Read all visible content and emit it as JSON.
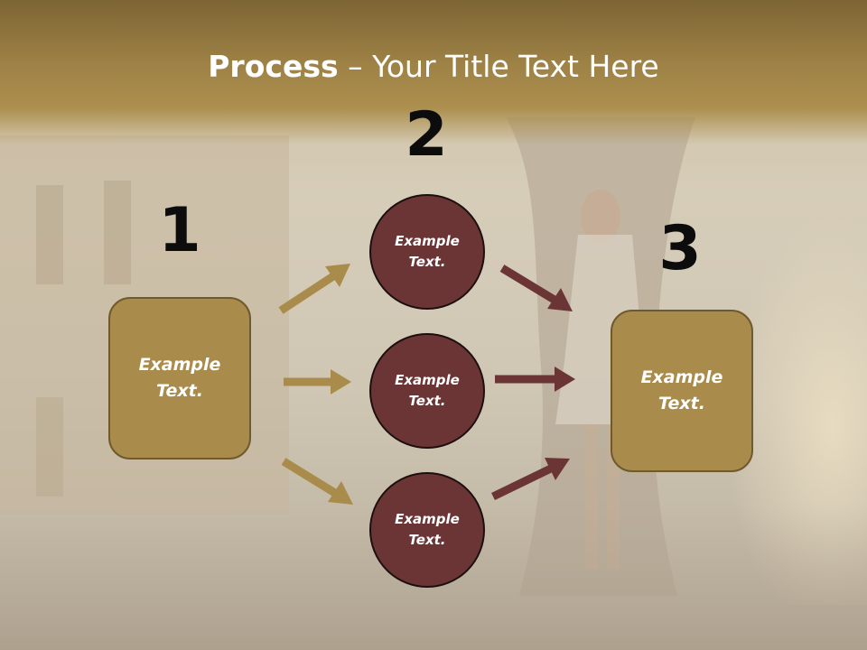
{
  "title": {
    "strong": "Process",
    "rest": " – Your Title Text Here"
  },
  "numbers": [
    "1",
    "2",
    "3"
  ],
  "left_box": {
    "text": "Example Text."
  },
  "circles": [
    {
      "text": "Example Text."
    },
    {
      "text": "Example Text."
    },
    {
      "text": "Example Text."
    }
  ],
  "right_box": {
    "text": "Example Text."
  },
  "colors": {
    "title_band": "#a3874a",
    "box_fill": "#a98b4c",
    "box_border": "#6f5a2d",
    "circle_fill": "#6b3536",
    "circle_border": "#1c0f0e",
    "arrow_gold": "#a98b4c",
    "arrow_maroon": "#6b3536"
  }
}
